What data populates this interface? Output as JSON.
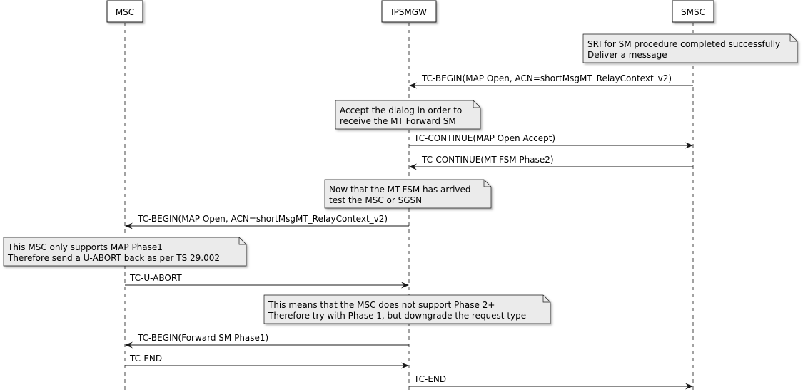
{
  "participants": [
    {
      "id": "msc",
      "label": "MSC"
    },
    {
      "id": "ipsmgw",
      "label": "IPSMGW"
    },
    {
      "id": "smsc",
      "label": "SMSC"
    }
  ],
  "events": [
    {
      "kind": "note",
      "over": "smsc",
      "lines": [
        "SRI for SM procedure completed successfully",
        "Deliver a message"
      ]
    },
    {
      "kind": "message",
      "from": "smsc",
      "to": "ipsmgw",
      "label": "TC-BEGIN(MAP Open, ACN=shortMsgMT_RelayContext_v2)"
    },
    {
      "kind": "note",
      "over": "ipsmgw",
      "lines": [
        "Accept the dialog in order to",
        "receive the MT Forward SM"
      ]
    },
    {
      "kind": "message",
      "from": "ipsmgw",
      "to": "smsc",
      "label": "TC-CONTINUE(MAP Open Accept)"
    },
    {
      "kind": "message",
      "from": "smsc",
      "to": "ipsmgw",
      "label": "TC-CONTINUE(MT-FSM Phase2)"
    },
    {
      "kind": "note",
      "over": "ipsmgw",
      "lines": [
        "Now that the MT-FSM has arrived",
        "test the MSC or SGSN"
      ]
    },
    {
      "kind": "message",
      "from": "ipsmgw",
      "to": "msc",
      "label": "TC-BEGIN(MAP Open, ACN=shortMsgMT_RelayContext_v2)"
    },
    {
      "kind": "note",
      "over": "msc",
      "lines": [
        "This MSC only supports MAP Phase1",
        "Therefore send a U-ABORT back as per TS 29.002"
      ]
    },
    {
      "kind": "message",
      "from": "msc",
      "to": "ipsmgw",
      "label": "TC-U-ABORT"
    },
    {
      "kind": "note",
      "over": "ipsmgw",
      "lines": [
        "This means that the MSC does not support Phase 2+",
        "Therefore try with Phase 1, but downgrade the request type"
      ]
    },
    {
      "kind": "message",
      "from": "ipsmgw",
      "to": "msc",
      "label": "TC-BEGIN(Forward SM Phase1)"
    },
    {
      "kind": "message",
      "from": "msc",
      "to": "ipsmgw",
      "label": "TC-END"
    },
    {
      "kind": "message",
      "from": "ipsmgw",
      "to": "smsc",
      "label": "TC-END"
    }
  ]
}
